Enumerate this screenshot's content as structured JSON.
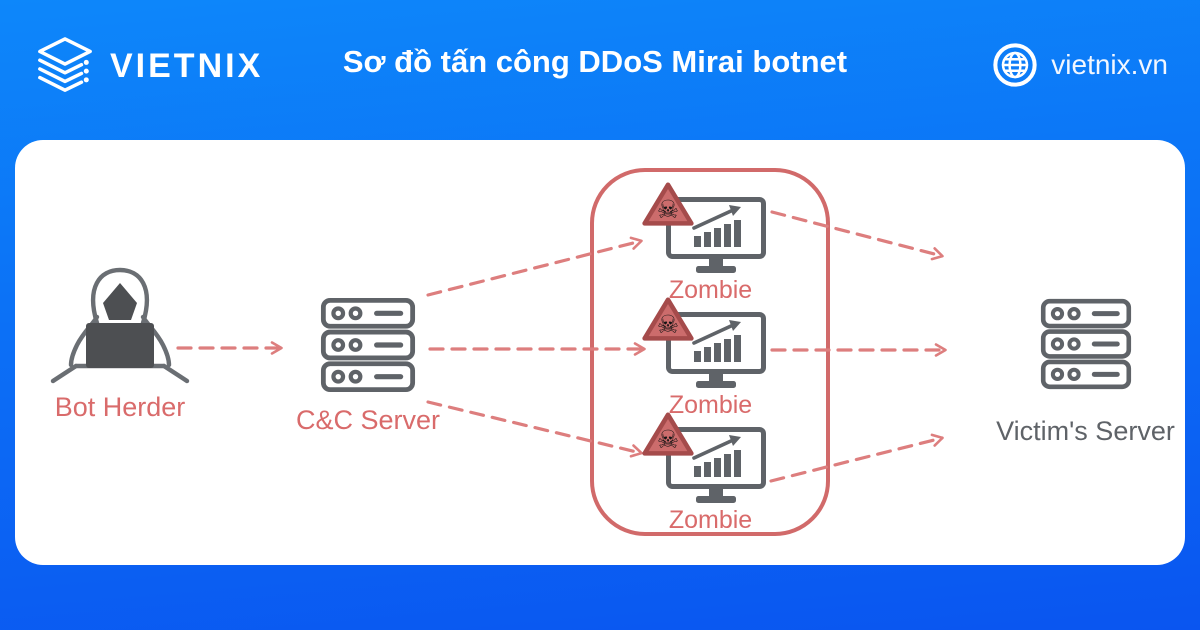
{
  "header": {
    "logo_text": "VIETNIX",
    "title": "Sơ đồ tấn công DDoS Mirai botnet",
    "site_label": "vietnix.vn"
  },
  "diagram": {
    "bot_herder": {
      "label": "Bot Herder"
    },
    "cc_server": {
      "label": "C&C Server"
    },
    "zombies": [
      {
        "label": "Zombie"
      },
      {
        "label": "Zombie"
      },
      {
        "label": "Zombie"
      }
    ],
    "victim": {
      "label": "Victim's Server"
    }
  },
  "icons": {
    "skull_glyph": "☠",
    "logo_icon": "stacked-server-layers",
    "site_icon": "globe",
    "bot_herder_icon": "hooded-hacker-with-laptop",
    "server_icon": "server-rack",
    "zombie_icon": "monitor-with-rising-chart",
    "warning_icon": "skull-warning-triangle"
  },
  "colors": {
    "accent_red": "#d96b6b",
    "arrow_red": "#dd7e7e",
    "box_border_red": "#d16a6a",
    "warning_fill": "#cc6c6c",
    "warning_border": "#a54b4b",
    "icon_gray": "#5f6368",
    "bg_top_blue": "#0d87fa",
    "bg_bottom_blue": "#0a55f0",
    "card_white": "#ffffff"
  }
}
